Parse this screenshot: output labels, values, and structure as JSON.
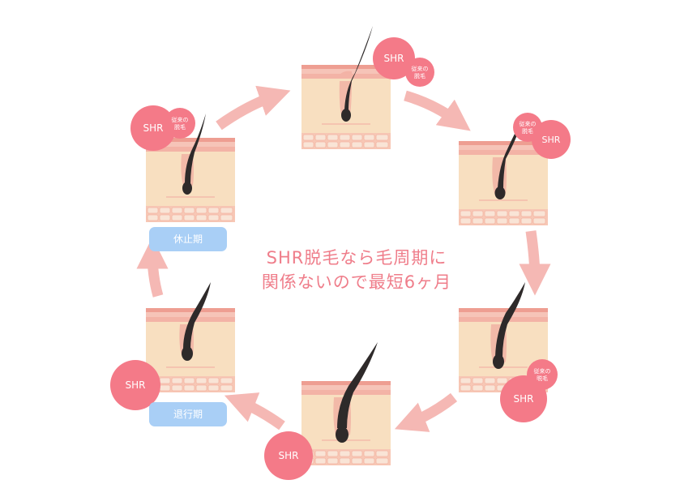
{
  "center_text": {
    "line1": "SHR脱毛なら毛周期に",
    "line2": "関係ないので最短6ヶ月"
  },
  "phase_labels": {
    "telogen": "休止期",
    "catagen": "退行期"
  },
  "badges": {
    "shr": "SHR",
    "conv_line1": "従来の",
    "conv_line2": "脱毛"
  },
  "colors": {
    "pink_badge": "#f47a88",
    "arrow": "#f5b8b4",
    "skin": "#f8dfc0",
    "epidermis": "#f0a89b",
    "label_blue": "#a9cff6",
    "hair": "#2e2a2a"
  }
}
